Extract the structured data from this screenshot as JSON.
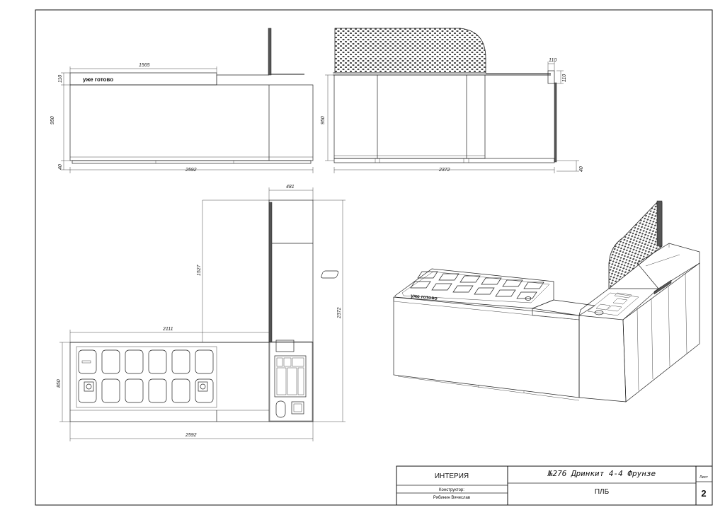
{
  "drawing": {
    "front_view": {
      "sign_text": "уже готово",
      "dims": {
        "top_width": "1565",
        "height": "950",
        "top_height": "110",
        "base": "40",
        "total_width": "2592"
      }
    },
    "side_view": {
      "dims": {
        "height": "950",
        "shelf_width": "110",
        "shelf_height": "110",
        "base": "40",
        "total_width": "2372"
      }
    },
    "plan_view": {
      "dims": {
        "width_top": "481",
        "length_upper": "1527",
        "length_total": "2372",
        "length_left": "2111",
        "depth": "850",
        "total_width": "2592"
      }
    },
    "iso_view": {
      "sign_text": "уже готово"
    }
  },
  "title_block": {
    "company": "ИНТЕРИЯ",
    "title": "№276 Дринкит 4-4 Фрунзе",
    "designer_label": "Конструктор:",
    "designer_name": "Рябинин Вячеслав",
    "part": "ПЛБ",
    "sheet_label": "Лист",
    "sheet_number": "2"
  },
  "colors": {
    "line": "#222222",
    "background": "#ffffff"
  }
}
